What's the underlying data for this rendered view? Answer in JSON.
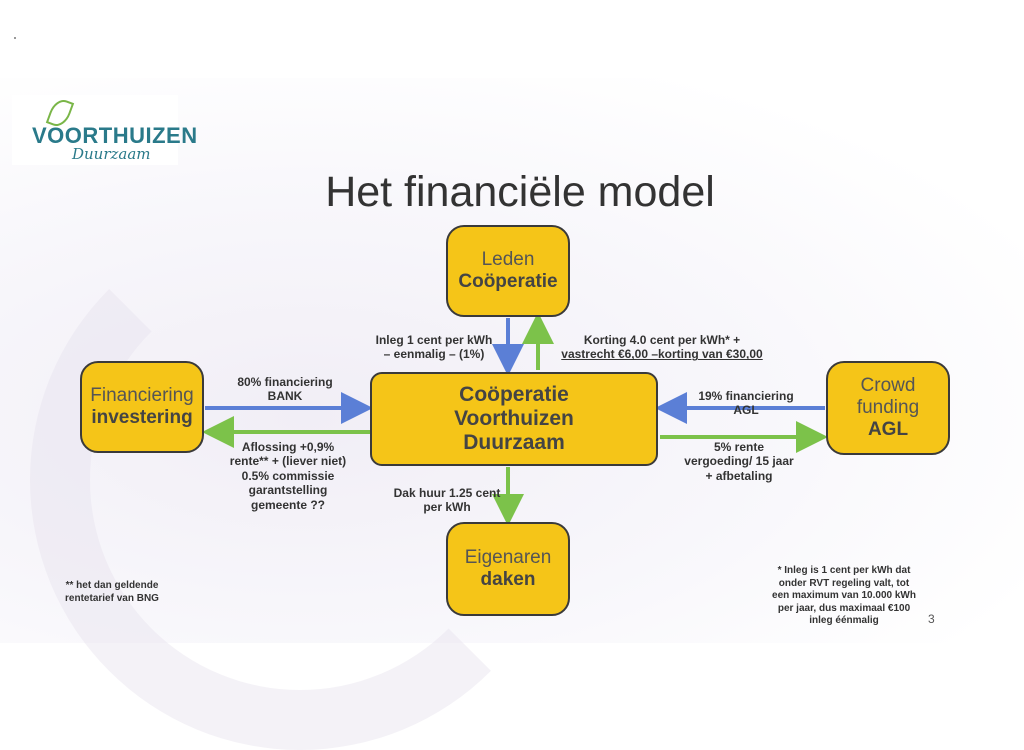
{
  "logo": {
    "main": "VOORTHUIZEN",
    "sub": "Duurzaam"
  },
  "title": "Het financiële model",
  "nodes": {
    "leden": {
      "line1": "Leden",
      "line2": "Coöperatie"
    },
    "financiering": {
      "line1": "Financiering",
      "line2": "investering"
    },
    "center": {
      "line1": "Coöperatie",
      "line2": "Voorthuizen",
      "line3": "Duurzaam"
    },
    "crowd": {
      "line1": "Crowd",
      "line2": "funding",
      "line3": "AGL"
    },
    "eigenaren": {
      "line1": "Eigenaren",
      "line2": "daken"
    }
  },
  "edge_labels": {
    "inleg": [
      "Inleg 1 cent per kWh",
      "– eenmalig – (1%)"
    ],
    "korting": [
      "Korting 4.0 cent per kWh* +",
      "vastrecht €6,00 –korting van €30,00"
    ],
    "bank": [
      "80% financiering",
      "BANK"
    ],
    "aflossing": [
      "Aflossing +0,9%",
      "rente** + (liever niet)",
      "0.5% commissie",
      "garantstelling",
      "gemeente ??"
    ],
    "agl": [
      "19% financiering",
      "AGL"
    ],
    "rente": [
      "5% rente",
      "vergoeding/ 15 jaar",
      "+ afbetaling"
    ],
    "dakhuur": [
      "Dak huur 1.25 cent",
      "per kWh"
    ]
  },
  "footnotes": {
    "left": [
      "** het dan geldende",
      "rentetarief van BNG"
    ],
    "right": [
      "* Inleg is 1 cent per kWh dat",
      "onder RVT regeling valt, tot",
      "een maximum van 10.000 kWh",
      "per jaar, dus maximaal €100",
      "inleg éénmalig"
    ]
  },
  "page_number": "3",
  "colors": {
    "box": "#f5c518",
    "arrow_blue": "#5b7fd6",
    "arrow_green": "#7cc24a",
    "logo": "#2a7a8a"
  }
}
